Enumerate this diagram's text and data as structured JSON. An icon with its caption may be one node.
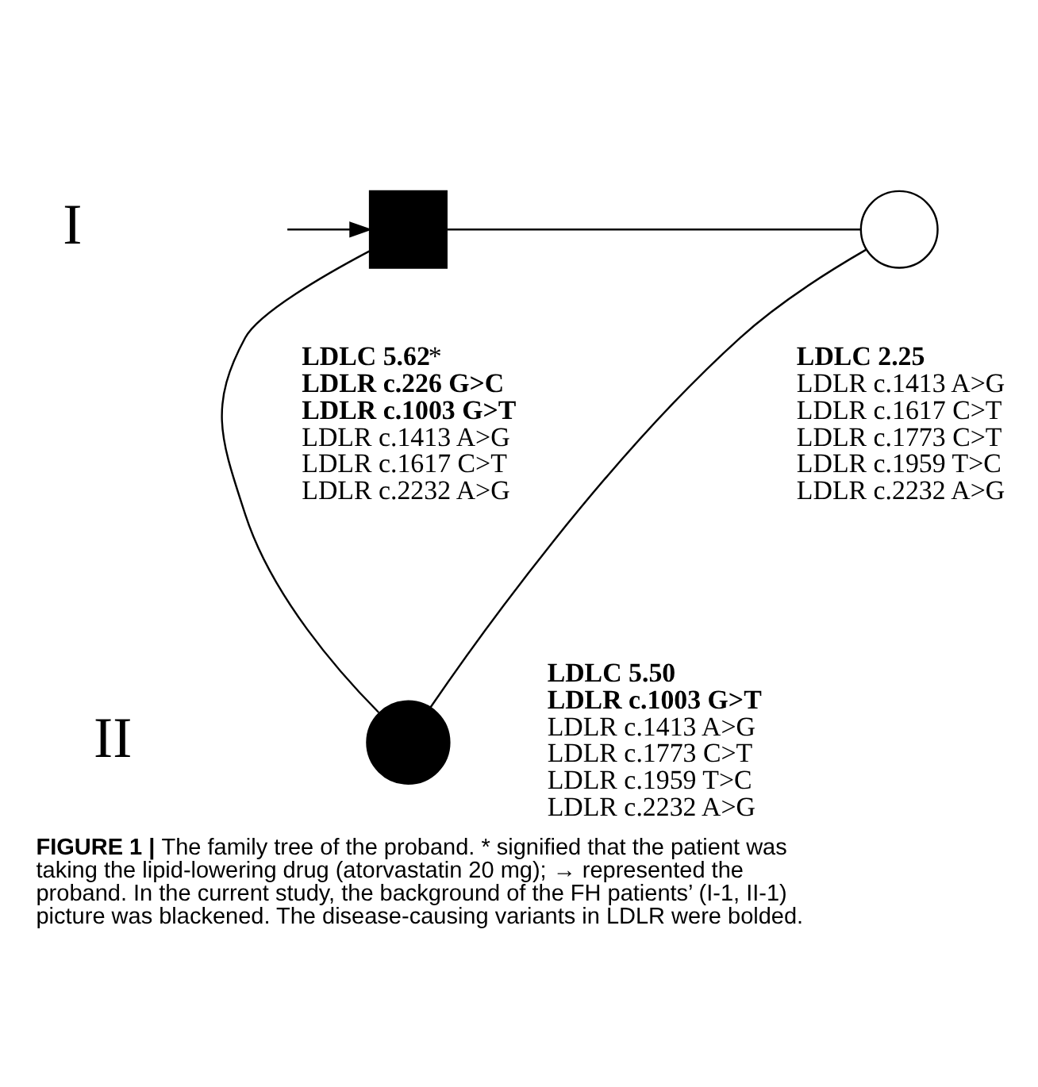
{
  "diagram": {
    "caption": "**FIGURE 1 |** The family tree of the proband. * signified that the patient was taking the lipid-lowering drug (atorvastatin 20 mg); → represented the proband. In the current study, the background of the FH patients’ (I-1, II-1) picture was blackened. The disease-causing variants in LDLR were bolded.",
    "nodes": [
      {
        "text": [],
        "shape": "box",
        "beside": [
          "**LDLC 5.62***",
          "**LDLR c.226 G>C**",
          "**LDLR c.1003 G>T**",
          "LDLR c.1413 A>G",
          "LDLR c.1617 C>T",
          "LDLR c.2232 A>G"
        ]
      },
      {
        "text": [],
        "shape": "circle",
        "beside": [
          "**LDLC 2.25**",
          "LDLR c.1413 A>G",
          "LDLR c.1617 C>T",
          "LDLR c.1773 C>T",
          "LDLR c.1959 T>C",
          "LDLR c.2232 A>G"
        ]
      },
      {
        "text": [],
        "shape": "circle",
        "beside": [
          "**LDLC 5.50**",
          "**LDLR c.1003 G>T**",
          "LDLR c.1413 A>G",
          "LDLR c.1773 C>T",
          "LDLR c.1959 T>C",
          "LDLR c.2232 A>G"
        ]
      }
    ],
    "edges": [
      {
        "from": 0,
        "to": 1,
        "arrow": "none"
      },
      {
        "from": 0,
        "to": 2,
        "arrow": "none"
      },
      {
        "from": 1,
        "to": 2,
        "arrow": "none"
      },
      {
        "from": null,
        "to": 0,
        "arrow": "to"
      }
    ],
    "labels": [
      "I",
      "II"
    ]
  }
}
